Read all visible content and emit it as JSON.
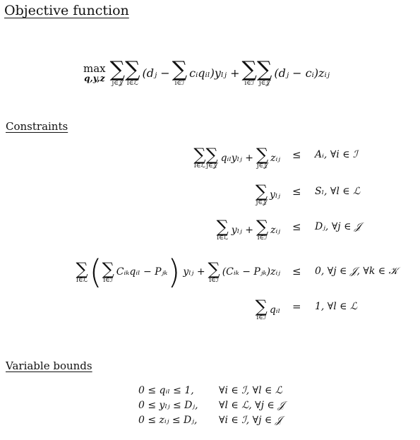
{
  "headings": {
    "objective": "Objective function",
    "constraints": "Constraints",
    "bounds": "Variable bounds"
  },
  "objective": {
    "max_label": "max",
    "max_vars": "q,y,z",
    "sum1_sub": "j∈𝒥",
    "sum2_sub": "l∈ℒ",
    "term1_open": "(dⱼ −",
    "sum3_sub": "i∈ℐ",
    "term1_inner": "cᵢqᵢₗ)yₗⱼ +",
    "sum4_sub": "i∈ℐ",
    "sum5_sub": "j∈𝒥",
    "term2": "(dⱼ − cᵢ)zᵢⱼ"
  },
  "constraints": [
    {
      "lhs_sum1": "l∈ℒ",
      "lhs_sum2": "j∈𝒥",
      "lhs_t1": "qᵢₗyₗⱼ +",
      "lhs_sum3": "j∈𝒥",
      "lhs_t2": "zᵢⱼ",
      "rel": "≤",
      "rhs": "Aᵢ, ∀i ∈ ℐ"
    },
    {
      "lhs_sum1": "j∈𝒥",
      "lhs_t1": "yₗⱼ",
      "rel": "≤",
      "rhs": "Sₗ, ∀l ∈ ℒ"
    },
    {
      "lhs_sum1": "l∈ℒ",
      "lhs_t1": "yₗⱼ +",
      "lhs_sum2": "i∈ℐ",
      "lhs_t2": "zᵢⱼ",
      "rel": "≤",
      "rhs": "Dⱼ, ∀j ∈ 𝒥"
    },
    {
      "lhs_sum1": "l∈ℒ",
      "lhs_sum2": "i∈ℐ",
      "lhs_t1": "Cᵢₖqᵢₗ − Pⱼₖ",
      "lhs_t2": "yₗⱼ +",
      "lhs_sum3": "i∈ℐ",
      "lhs_t3": "(Cᵢₖ − Pⱼₖ)zᵢⱼ",
      "rel": "≤",
      "rhs": "0, ∀j ∈ 𝒥, ∀k ∈ 𝒦"
    },
    {
      "lhs_sum1": "i∈ℐ",
      "lhs_t1": "qᵢₗ",
      "rel": "=",
      "rhs": "1, ∀l ∈ ℒ"
    }
  ],
  "bounds": [
    {
      "lhs": "0 ≤ qᵢₗ ≤ 1,",
      "rhs": "∀i ∈ ℐ, ∀l ∈ ℒ"
    },
    {
      "lhs": "0 ≤ yₗⱼ ≤ Dⱼ,",
      "rhs": "∀l ∈ ℒ, ∀j ∈ 𝒥"
    },
    {
      "lhs": "0 ≤ zᵢⱼ ≤ Dⱼ,",
      "rhs": "∀i ∈ ℐ, ∀j ∈ 𝒥"
    }
  ]
}
